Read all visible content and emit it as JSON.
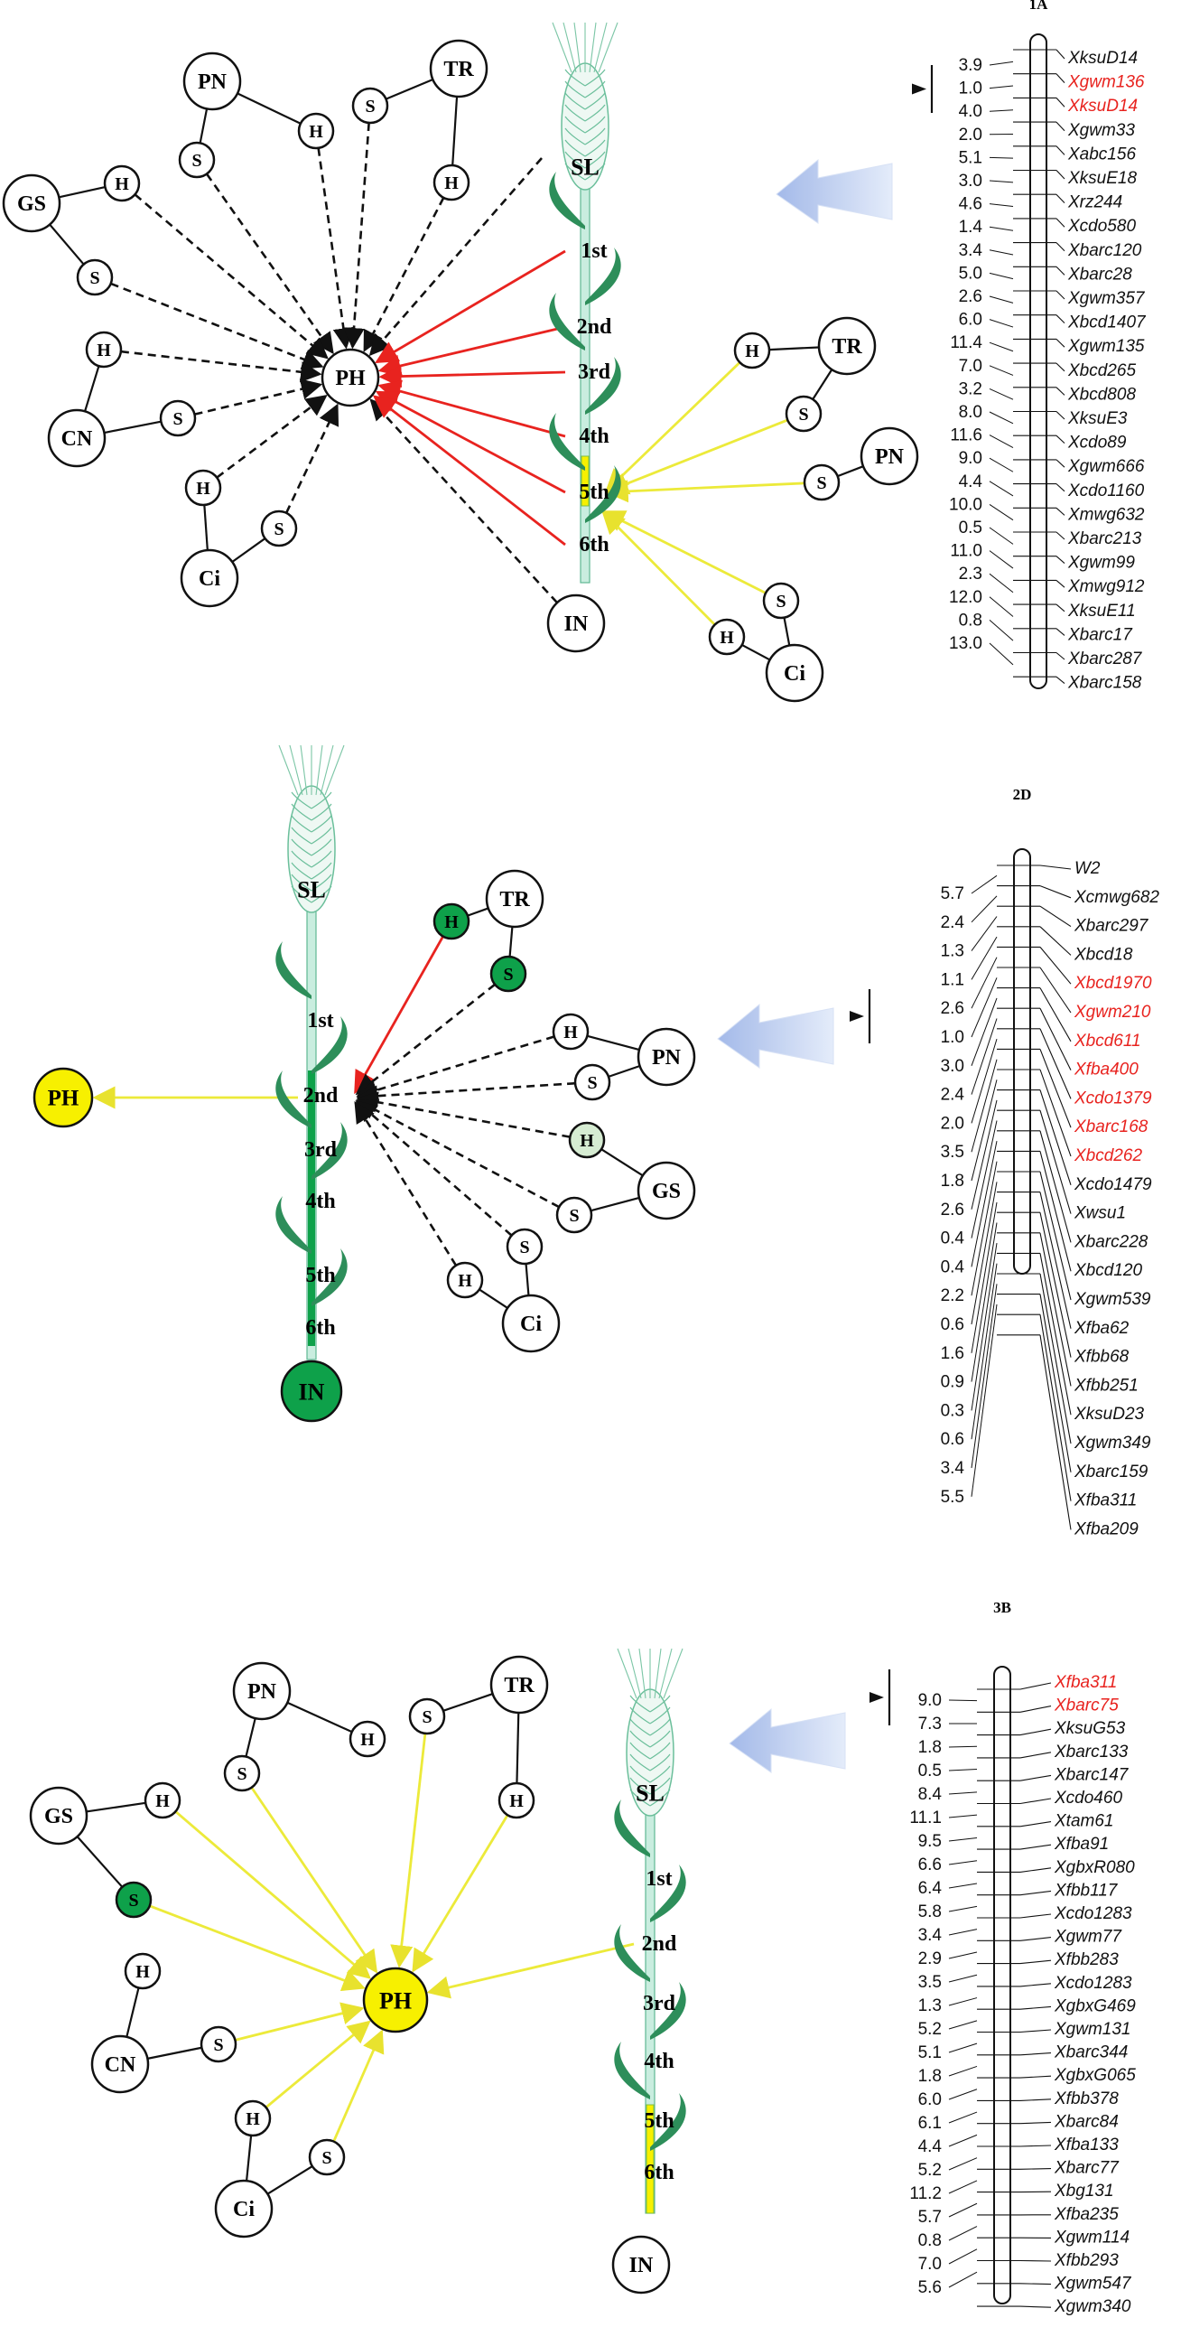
{
  "colors": {
    "red": "#e8231f",
    "yellow": "#f2ef35",
    "yellow_fill": "#f7f000",
    "green_dark": "#0ea14a",
    "green_light": "#d6ecd2",
    "black": "#111111",
    "stem": "#bfe6d8",
    "leaf": "#2d8e5a",
    "arrow": "#b7c9ea"
  },
  "panels": [
    {
      "id": "1A",
      "title": "1A",
      "nodes": {
        "PH": "PH",
        "GS": "GS",
        "PN": "PN",
        "TR": "TR",
        "CN": "CN",
        "Ci": "Ci",
        "IN": "IN",
        "SL": "SL",
        "H": "H",
        "S": "S"
      },
      "positions": [
        "1st",
        "2nd",
        "3rd",
        "4th",
        "5th",
        "6th"
      ],
      "map": {
        "markers": [
          "XksuD14",
          "Xgwm136",
          "XksuD14",
          "Xgwm33",
          "Xabc156",
          "XksuE18",
          "Xrz244",
          "Xcdo580",
          "Xbarc120",
          "Xbarc28",
          "Xgwm357",
          "Xbcd1407",
          "Xgwm135",
          "Xbcd265",
          "Xbcd808",
          "XksuE3",
          "Xcdo89",
          "Xgwm666",
          "Xcdo1160",
          "Xmwg632",
          "Xbarc213",
          "Xgwm99",
          "Xmwg912",
          "XksuE11",
          "Xbarc17",
          "Xbarc287",
          "Xbarc158"
        ],
        "highlighted": [
          1,
          2
        ],
        "distances": [
          "3.9",
          "1.0",
          "4.0",
          "2.0",
          "5.1",
          "3.0",
          "4.6",
          "1.4",
          "3.4",
          "5.0",
          "2.6",
          "6.0",
          "11.4",
          "7.0",
          "3.2",
          "8.0",
          "11.6",
          "9.0",
          "4.4",
          "10.0",
          "0.5",
          "11.0",
          "2.3",
          "12.0",
          "0.8",
          "13.0"
        ]
      }
    },
    {
      "id": "2D",
      "title": "2D",
      "nodes": {
        "PH": "PH",
        "GS": "GS",
        "PN": "PN",
        "TR": "TR",
        "Ci": "Ci",
        "IN": "IN",
        "SL": "SL",
        "H": "H",
        "S": "S"
      },
      "positions": [
        "1st",
        "2nd",
        "3rd",
        "4th",
        "5th",
        "6th"
      ],
      "map": {
        "markers": [
          "W2",
          "Xcmwg682",
          "Xbarc297",
          "Xbcd18",
          "Xbcd1970",
          "Xgwm210",
          "Xbcd611",
          "Xfba400",
          "Xcdo1379",
          "Xbarc168",
          "Xbcd262",
          "Xcdo1479",
          "Xwsu1",
          "Xbarc228",
          "Xbcd120",
          "Xgwm539",
          "Xfba62",
          "Xfbb68",
          "Xfbb251",
          "XksuD23",
          "Xgwm349",
          "Xbarc159",
          "Xfba311",
          "Xfba209"
        ],
        "highlighted": [
          4,
          5,
          6,
          7,
          8,
          9,
          10
        ],
        "distances": [
          "5.7",
          "2.4",
          "1.3",
          "1.1",
          "2.6",
          "1.0",
          "3.0",
          "2.4",
          "2.0",
          "3.5",
          "1.8",
          "2.6",
          "0.4",
          "0.4",
          "2.2",
          "0.6",
          "1.6",
          "0.9",
          "0.3",
          "0.6",
          "3.4",
          "5.5"
        ]
      }
    },
    {
      "id": "3B",
      "title": "3B",
      "nodes": {
        "PH": "PH",
        "GS": "GS",
        "PN": "PN",
        "TR": "TR",
        "CN": "CN",
        "Ci": "Ci",
        "IN": "IN",
        "SL": "SL",
        "H": "H",
        "S": "S"
      },
      "positions": [
        "1st",
        "2nd",
        "3rd",
        "4th",
        "5th",
        "6th"
      ],
      "map": {
        "markers": [
          "Xfba311",
          "Xbarc75",
          "XksuG53",
          "Xbarc133",
          "Xbarc147",
          "Xcdo460",
          "Xtam61",
          "Xfba91",
          "XgbxR080",
          "Xfbb117",
          "Xcdo1283",
          "Xgwm77",
          "Xfbb283",
          "Xcdo1283",
          "XgbxG469",
          "Xgwm131",
          "Xbarc344",
          "XgbxG065",
          "Xfbb378",
          "Xbarc84",
          "Xfba133",
          "Xbarc77",
          "Xbg131",
          "Xfba235",
          "Xgwm114",
          "Xfbb293",
          "Xgwm547",
          "Xgwm340"
        ],
        "highlighted": [
          0,
          1
        ],
        "distances": [
          "9.0",
          "7.3",
          "1.8",
          "0.5",
          "8.4",
          "11.1",
          "9.5",
          "6.6",
          "6.4",
          "5.8",
          "3.4",
          "2.9",
          "3.5",
          "1.3",
          "5.2",
          "5.1",
          "1.8",
          "6.0",
          "6.1",
          "4.4",
          "5.2",
          "11.2",
          "5.7",
          "0.8",
          "7.0",
          "5.6"
        ]
      }
    }
  ]
}
